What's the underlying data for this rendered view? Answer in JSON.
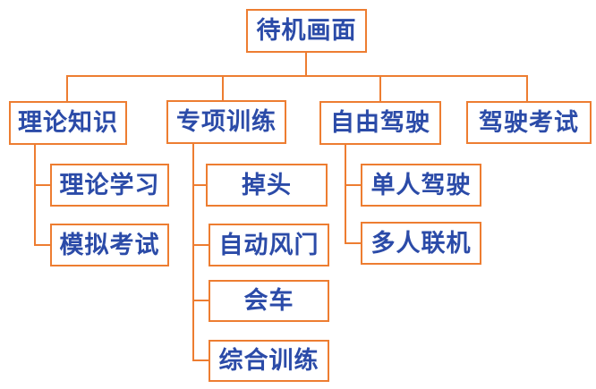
{
  "diagram": {
    "type": "tree",
    "colors": {
      "box_border": "#ED7D31",
      "connector": "#ED7D31",
      "text": "#2B4BA8",
      "background": "#FFFFFF"
    },
    "nodes": [
      {
        "id": "standby-screen",
        "label": "待机画面",
        "parent": null
      },
      {
        "id": "theory-knowledge",
        "label": "理论知识",
        "parent": "standby-screen"
      },
      {
        "id": "special-training",
        "label": "专项训练",
        "parent": "standby-screen"
      },
      {
        "id": "free-driving",
        "label": "自由驾驶",
        "parent": "standby-screen"
      },
      {
        "id": "driving-exam",
        "label": "驾驶考试",
        "parent": "standby-screen"
      },
      {
        "id": "theory-study",
        "label": "理论学习",
        "parent": "theory-knowledge"
      },
      {
        "id": "mock-exam",
        "label": "模拟考试",
        "parent": "theory-knowledge"
      },
      {
        "id": "u-turn",
        "label": "掉头",
        "parent": "special-training"
      },
      {
        "id": "auto-throttle",
        "label": "自动风门",
        "parent": "special-training"
      },
      {
        "id": "meeting-vehicles",
        "label": "会车",
        "parent": "special-training"
      },
      {
        "id": "comprehensive-training",
        "label": "综合训练",
        "parent": "special-training"
      },
      {
        "id": "single-driving",
        "label": "单人驾驶",
        "parent": "free-driving"
      },
      {
        "id": "multiplayer-online",
        "label": "多人联机",
        "parent": "free-driving"
      }
    ]
  }
}
